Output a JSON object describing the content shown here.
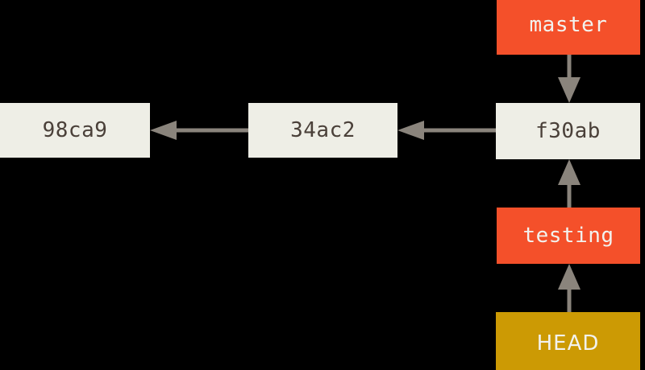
{
  "diagram": {
    "title": "git-branch-pointer-diagram",
    "background_color": "#000000",
    "commit_color": "#eeeee6",
    "commit_text_color": "#4a4039",
    "branch_color": "#f4502a",
    "head_color": "#cc9a04",
    "label_text_color": "#f2f2ee",
    "arrow_color": "#8a847c"
  },
  "commits": [
    {
      "id": "c1",
      "label": "98ca9"
    },
    {
      "id": "c2",
      "label": "34ac2"
    },
    {
      "id": "c3",
      "label": "f30ab"
    }
  ],
  "branches": [
    {
      "id": "b1",
      "label": "master"
    },
    {
      "id": "b2",
      "label": "testing"
    }
  ],
  "pointers": [
    {
      "id": "h1",
      "label": "HEAD"
    }
  ],
  "edges": [
    {
      "id": "e1",
      "from": "34ac2",
      "to": "98ca9",
      "direction": "left"
    },
    {
      "id": "e2",
      "from": "f30ab",
      "to": "34ac2",
      "direction": "left"
    },
    {
      "id": "e3",
      "from": "master",
      "to": "f30ab",
      "direction": "down"
    },
    {
      "id": "e4",
      "from": "testing",
      "to": "f30ab",
      "direction": "up"
    },
    {
      "id": "e5",
      "from": "HEAD",
      "to": "testing",
      "direction": "up"
    }
  ]
}
